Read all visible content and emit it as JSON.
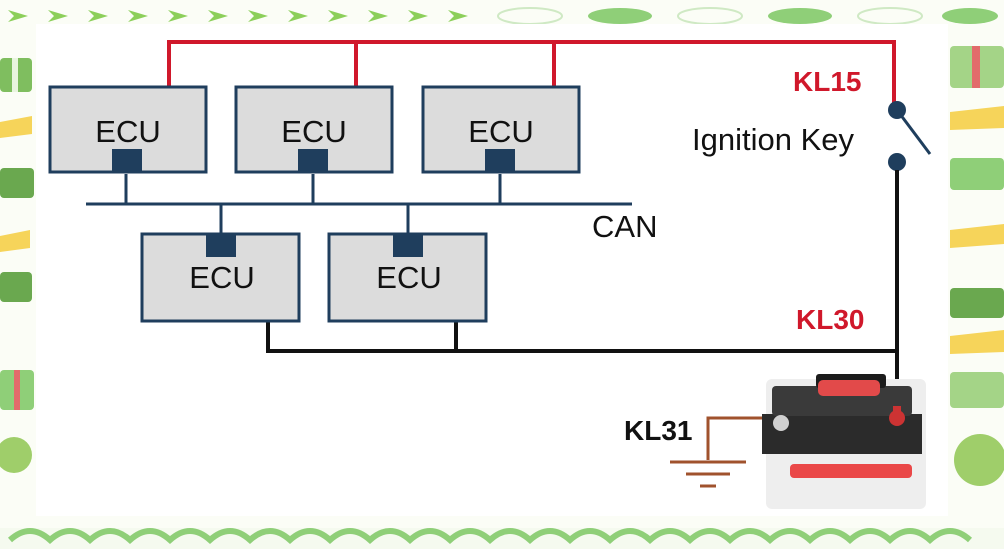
{
  "diagram": {
    "ecu_top": [
      "ECU",
      "ECU",
      "ECU"
    ],
    "ecu_bottom": [
      "ECU",
      "ECU"
    ],
    "bus_label": "CAN",
    "switch_label": "Ignition Key",
    "terminals": {
      "kl15": "KL15",
      "kl30": "KL30",
      "kl31": "KL31"
    },
    "colors": {
      "kl15_wire": "#d0182b",
      "kl30_wire": "#111111",
      "kl31_wire": "#a0522d",
      "can_bus": "#1f3e5d",
      "ecu_fill": "#dcdcdc",
      "ecu_border": "#1f3e5d",
      "kl15_text": "#d0182b",
      "kl30_text": "#d0182b",
      "kl31_text": "#111111"
    }
  },
  "decor": {
    "frame_icons": [
      "arrow-icon",
      "heart-icon",
      "gift-icon",
      "sprout-icon",
      "smiley-icon"
    ]
  }
}
